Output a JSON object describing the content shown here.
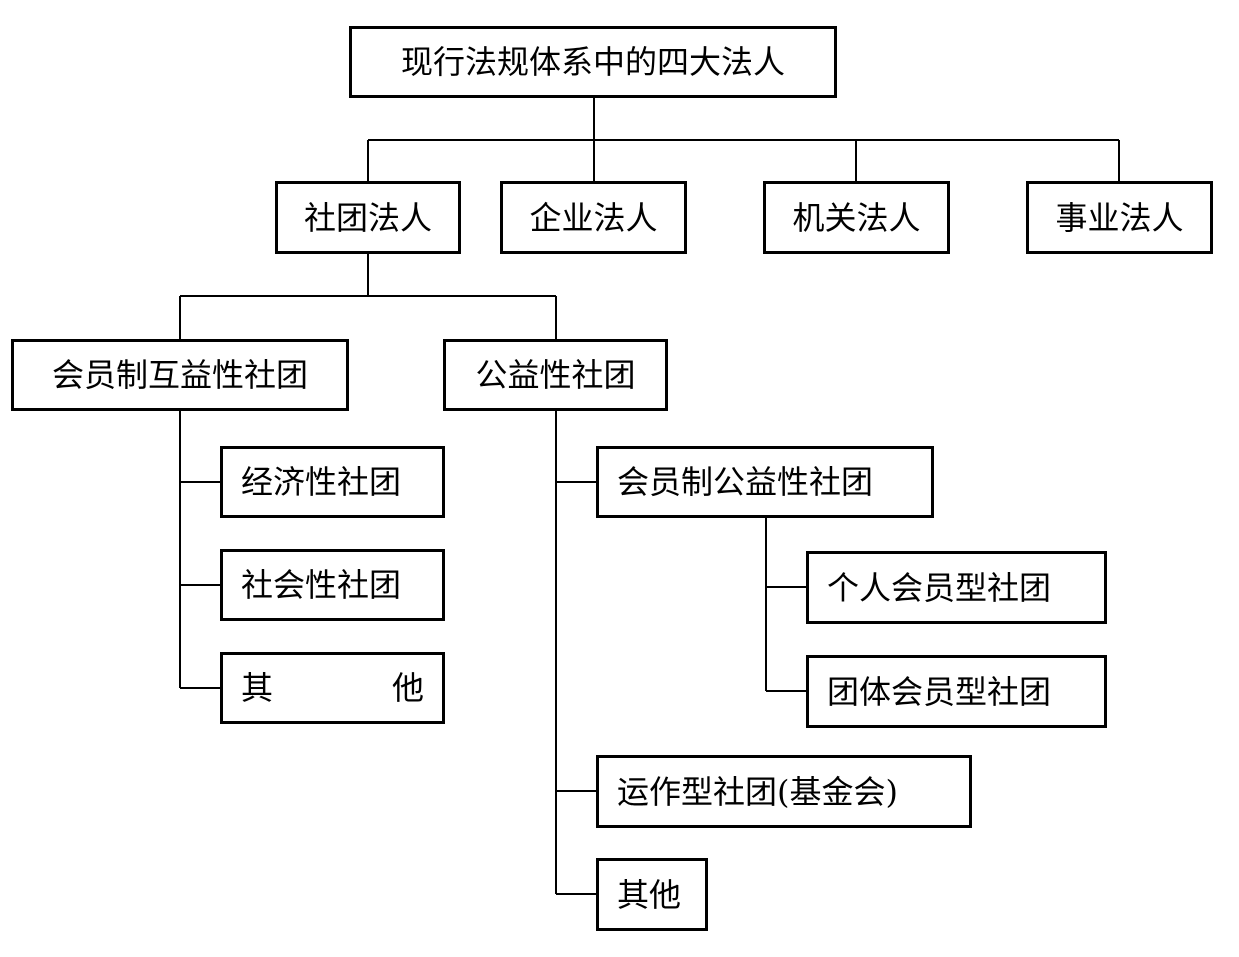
{
  "root": "现行法规体系中的四大法人",
  "level1": [
    "社团法人",
    "企业法人",
    "机关法人",
    "事业法人"
  ],
  "shetuan_children": [
    "会员制互益性社团",
    "公益性社团"
  ],
  "huyi_children": [
    "经济性社团",
    "社会性社团"
  ],
  "huyi_other": {
    "left": "其",
    "right": "他"
  },
  "gongyi_children": [
    "会员制公益性社团",
    "运作型社团(基金会)",
    "其他"
  ],
  "member_children": [
    "个人会员型社团",
    "团体会员型社团"
  ],
  "colors": {
    "line": "#000000",
    "box_border": "#000000",
    "background": "#ffffff"
  }
}
